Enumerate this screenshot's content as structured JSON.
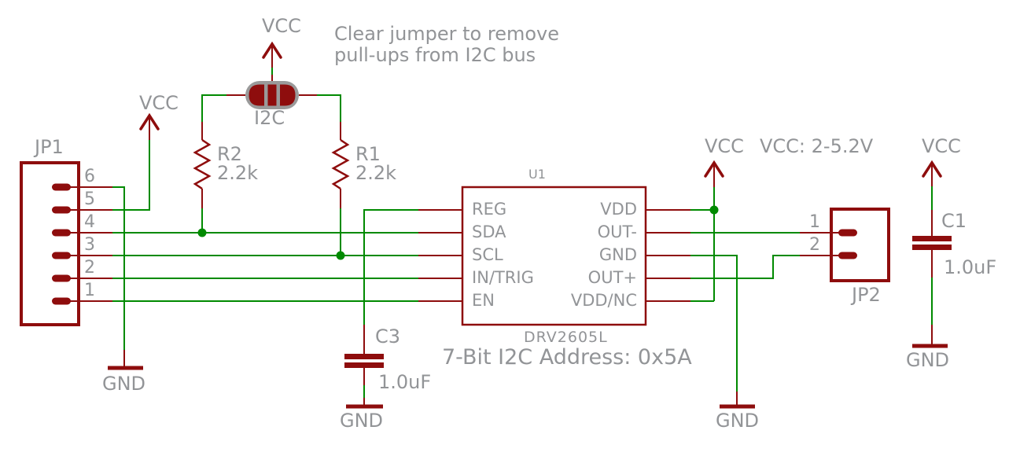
{
  "colors": {
    "wire_green": "#008a00",
    "component_maroon": "#8e0d0d",
    "jumper_gray": "#9a9a9a",
    "text_gray": "#929497",
    "background": "#ffffff"
  },
  "annotation": {
    "line1": "Clear jumper to remove",
    "line2": "pull-ups from I2C bus"
  },
  "net_labels": {
    "vcc": "VCC",
    "gnd": "GND",
    "vcc_range": "VCC: 2-5.2V"
  },
  "components": {
    "jp1": {
      "ref": "JP1",
      "pins": [
        "6",
        "5",
        "4",
        "3",
        "2",
        "1"
      ]
    },
    "jp2": {
      "ref": "JP2",
      "pins": [
        "1",
        "2"
      ]
    },
    "u1": {
      "ref": "U1",
      "part": "DRV2605L",
      "note": "7-Bit I2C Address: 0x5A",
      "left_pins": [
        "REG",
        "SDA",
        "SCL",
        "IN/TRIG",
        "EN"
      ],
      "right_pins": [
        "VDD",
        "OUT-",
        "GND",
        "OUT+",
        "VDD/NC"
      ]
    },
    "r1": {
      "ref": "R1",
      "value": "2.2k"
    },
    "r2": {
      "ref": "R2",
      "value": "2.2k"
    },
    "c1": {
      "ref": "C1",
      "value": "1.0uF"
    },
    "c3": {
      "ref": "C3",
      "value": "1.0uF"
    },
    "i2c": {
      "ref": "I2C"
    }
  }
}
